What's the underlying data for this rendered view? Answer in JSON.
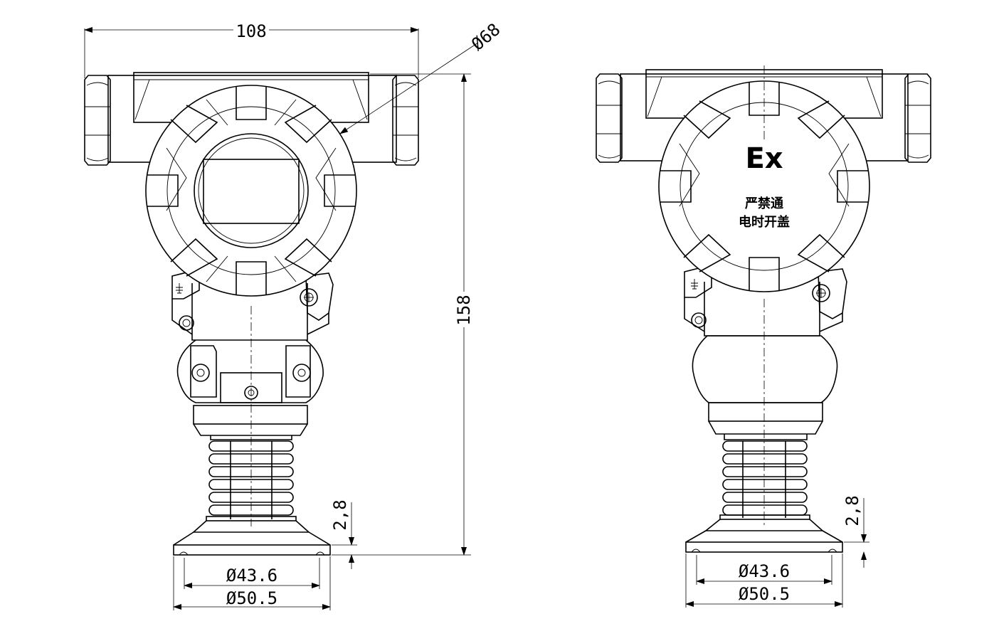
{
  "dimensions": {
    "width_overall": "108",
    "housing_diameter": "Ø68",
    "height_overall": "158",
    "flange_thickness": "2,8",
    "seal_diameter": "Ø43.6",
    "flange_diameter": "Ø50.5"
  },
  "cover_marking": {
    "ex": "Ex",
    "warning_line1": "严禁通",
    "warning_line2": "电时开盖"
  }
}
